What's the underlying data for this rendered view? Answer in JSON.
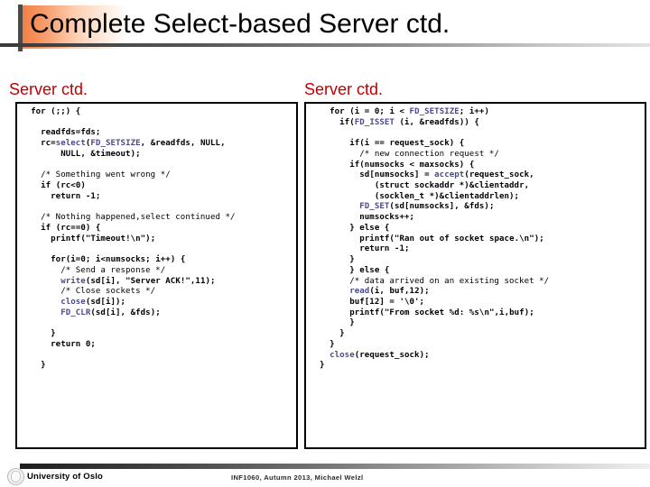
{
  "slide": {
    "title": "Complete Select-based Server ctd.",
    "accent_color": "#f07a40",
    "rule_color_dark": "#3a3a3a",
    "rule_color_light": "#e2e2e2"
  },
  "columns": {
    "left": {
      "heading": "Server ctd.",
      "heading_color": "#C00000",
      "code": "  for (;;) {\n\n    readfds=fds;\n    rc=select(FD_SETSIZE, &readfds, NULL,\n        NULL, &timeout);\n\n    /* Something went wrong */\n    if (rc<0)\n      return -1;\n\n    /* Nothing happened,select continued */\n    if (rc==0) {\n      printf(\"Timeout!\\n\");\n\n      for(i=0; i<numsocks; i++) {\n        /* Send a response */\n        write(sd[i], \"Server ACK!\",11);\n        /* Close sockets */\n        close(sd[i]);\n        FD_CLR(sd[i], &fds);\n\n      }\n      return 0;\n\n    }"
    },
    "right": {
      "heading": "Server ctd.",
      "heading_color": "#C00000",
      "code": "    for (i = 0; i < FD_SETSIZE; i++)\n      if(FD_ISSET (i, &readfds)) {\n\n        if(i == request_sock) {\n          /* new connection request */\n        if(numsocks < maxsocks) {\n          sd[numsocks] = accept(request_sock,\n             (struct sockaddr *)&clientaddr,\n             (socklen_t *)&clientaddrlen);\n          FD_SET(sd[numsocks], &fds);\n          numsocks++;\n        } else {\n          printf(\"Ran out of socket space.\\n\");\n          return -1;\n        }\n        } else {\n        /* data arrived on an existing socket */\n        read(i, buf,12);\n        buf[12] = '\\0';\n        printf(\"From socket %d: %s\\n\",i,buf);\n        }\n      }\n    }\n    close(request_sock);\n  }"
    }
  },
  "code_colors": {
    "keyword": "#4a4a8c",
    "code": "#000000",
    "comment": "#000000"
  },
  "footer": {
    "institution": "University of Oslo",
    "credit": "INF1060,  Autumn 2013,  Michael Welzl",
    "logo_name": "uio-seal-icon"
  }
}
